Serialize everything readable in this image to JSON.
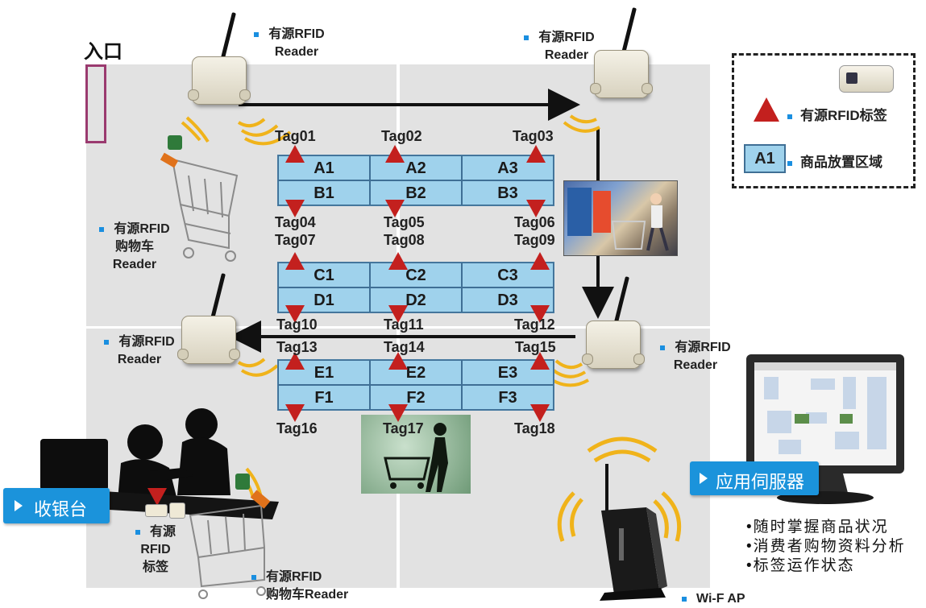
{
  "entrance_label": "入口",
  "colors": {
    "tag_red": "#c3201e",
    "shelf_blue": "#9fd2ec",
    "accent_blue": "#1b93db",
    "floor_gray": "#e2e2e2"
  },
  "readers": {
    "top_left": {
      "line1": "有源RFID",
      "line2": "Reader"
    },
    "top_right": {
      "line1": "有源RFID",
      "line2": "Reader"
    },
    "mid_left": {
      "line1": "有源RFID",
      "line2": "Reader"
    },
    "mid_right": {
      "line1": "有源RFID",
      "line2": "Reader"
    },
    "cart_top": {
      "line1": "有源RFID",
      "line2": "购物车",
      "line3": "Reader"
    },
    "cart_bottom": {
      "line1": "有源RFID",
      "line2": "购物车Reader"
    }
  },
  "legend": {
    "tag_label": "有源RFID标签",
    "zone_sample": "A1",
    "zone_label": "商品放置区域"
  },
  "shelves": [
    {
      "top": [
        "A1",
        "A2",
        "A3"
      ],
      "bottom": [
        "B1",
        "B2",
        "B3"
      ]
    },
    {
      "top": [
        "C1",
        "C2",
        "C3"
      ],
      "bottom": [
        "D1",
        "D2",
        "D3"
      ]
    },
    {
      "top": [
        "E1",
        "E2",
        "E3"
      ],
      "bottom": [
        "F1",
        "F2",
        "F3"
      ]
    }
  ],
  "tags": [
    "Tag01",
    "Tag02",
    "Tag03",
    "Tag04",
    "Tag05",
    "Tag06",
    "Tag07",
    "Tag08",
    "Tag09",
    "Tag10",
    "Tag11",
    "Tag12",
    "Tag13",
    "Tag14",
    "Tag15",
    "Tag16",
    "Tag17",
    "Tag18"
  ],
  "checkout": {
    "button": "收银台",
    "tag_line1": "有源",
    "tag_line2": "RFID",
    "tag_line3": "标签"
  },
  "server": {
    "button": "应用伺服器",
    "bullets": [
      "•随时掌握商品状况",
      "•消费者购物资料分析",
      "•标签运作状态"
    ]
  },
  "wifi": {
    "label": "Wi-F AP"
  },
  "icons": [
    "wifi-signal-icon",
    "rfid-reader-icon",
    "shopping-cart-icon",
    "monitor-icon",
    "router-icon",
    "play-triangle-icon"
  ]
}
